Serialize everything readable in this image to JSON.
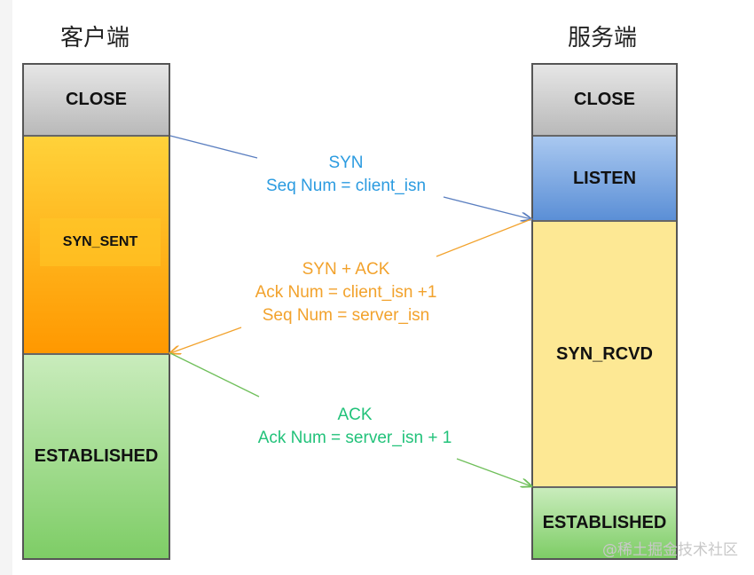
{
  "client": {
    "title": "客户端",
    "states": {
      "close": "CLOSE",
      "syn_sent": "SYN_SENT",
      "established": "ESTABLISHED"
    }
  },
  "server": {
    "title": "服务端",
    "states": {
      "close": "CLOSE",
      "listen": "LISTEN",
      "syn_rcvd": "SYN_RCVD",
      "established": "ESTABLISHED"
    }
  },
  "messages": [
    {
      "line1": "SYN",
      "line2": "Seq Num = client_isn",
      "color": "#2b9be0"
    },
    {
      "line1": "SYN + ACK",
      "line2": "Ack Num =  client_isn +1",
      "line3": "Seq Num = server_isn",
      "color": "#f2a22c"
    },
    {
      "line1": "ACK",
      "line2": "Ack Num = server_isn + 1",
      "color": "#22c27a"
    }
  ],
  "watermark": "@稀土掘金技术社区"
}
